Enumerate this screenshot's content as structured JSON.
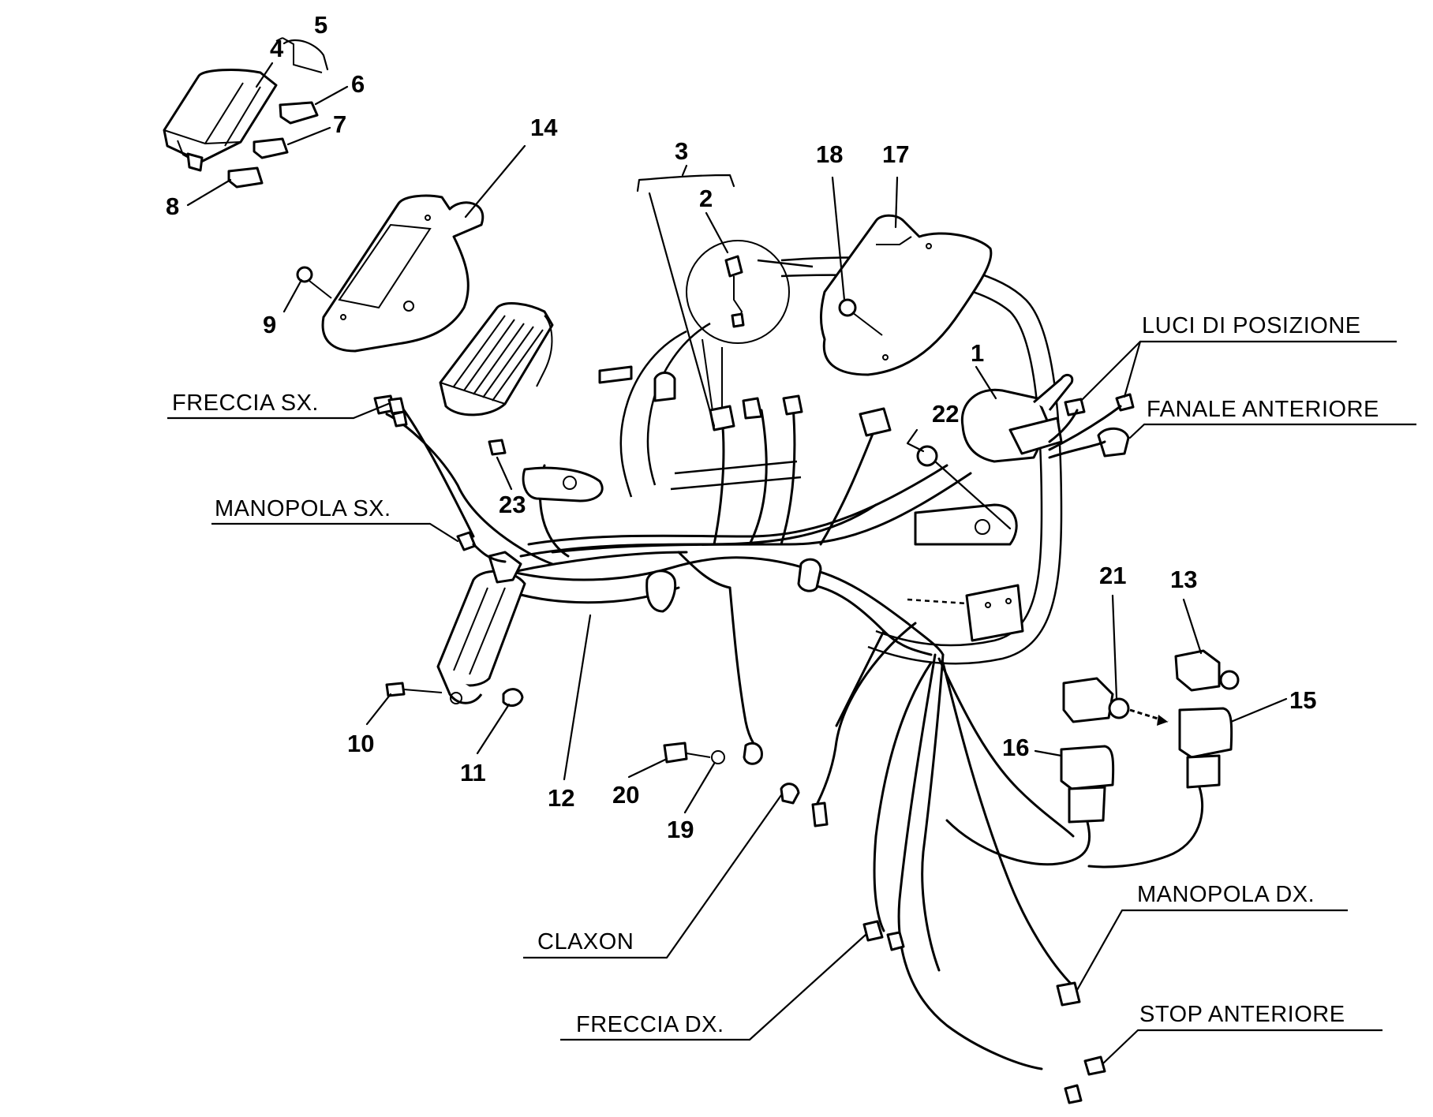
{
  "callouts": {
    "n1": "1",
    "n2": "2",
    "n3": "3",
    "n4": "4",
    "n5": "5",
    "n6": "6",
    "n7": "7",
    "n8": "8",
    "n9": "9",
    "n10": "10",
    "n11": "11",
    "n12": "12",
    "n13": "13",
    "n14": "14",
    "n15": "15",
    "n16": "16",
    "n17": "17",
    "n18": "18",
    "n19": "19",
    "n20": "20",
    "n21": "21",
    "n22": "22",
    "n23": "23"
  },
  "labels": {
    "luci_di_posizione": "LUCI DI POSIZIONE",
    "fanale_anteriore": "FANALE ANTERIORE",
    "freccia_sx": "FRECCIA SX.",
    "manopola_sx": "MANOPOLA SX.",
    "claxon": "CLAXON",
    "freccia_dx": "FRECCIA DX.",
    "manopola_dx": "MANOPOLA DX.",
    "stop_anteriore": "STOP ANTERIORE"
  }
}
